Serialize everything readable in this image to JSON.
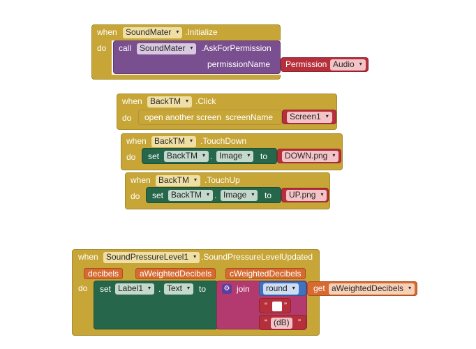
{
  "blocks": {
    "init": {
      "when": "when",
      "component": "SoundMater",
      "event": ".Initialize",
      "do": "do",
      "call": "call",
      "callComponent": "SoundMater",
      "method": ".AskForPermission",
      "paramLabel": "permissionName",
      "permission": "Permission",
      "permissionValue": "Audio"
    },
    "click": {
      "when": "when",
      "component": "BackTM",
      "event": ".Click",
      "do": "do",
      "openScreen": "open another screen",
      "screenNameLabel": "screenName",
      "screenValue": "Screen1"
    },
    "touchDown": {
      "when": "when",
      "component": "BackTM",
      "event": ".TouchDown",
      "do": "do",
      "set": "set",
      "setComponent": "BackTM",
      "dot": ".",
      "property": "Image",
      "to": "to",
      "value": "DOWN.png"
    },
    "touchUp": {
      "when": "when",
      "component": "BackTM",
      "event": ".TouchUp",
      "do": "do",
      "set": "set",
      "setComponent": "BackTM",
      "dot": ".",
      "property": "Image",
      "to": "to",
      "value": "UP.png"
    },
    "sound": {
      "when": "when",
      "component": "SoundPressureLevel1",
      "event": ".SoundPressureLevelUpdated",
      "params": [
        "decibels",
        "aWeightedDecibels",
        "cWeightedDecibels"
      ],
      "do": "do",
      "set": "set",
      "setComponent": "Label1",
      "dot": ".",
      "property": "Text",
      "to": "to",
      "join": "join",
      "round": "round",
      "get": "get",
      "getVar": "aWeightedDecibels",
      "quoteOpen": "“",
      "quoteClose": "”",
      "dbText": "(dB)"
    }
  },
  "icons": {
    "dropdown": "▾",
    "gear": "⚙"
  },
  "colors": {
    "event": "#C7A637",
    "procedure": "#7A4F8F",
    "set": "#26664A",
    "text": "#B6303B",
    "join": "#B33A6F",
    "math": "#3F73C2",
    "variable": "#D66A30"
  }
}
